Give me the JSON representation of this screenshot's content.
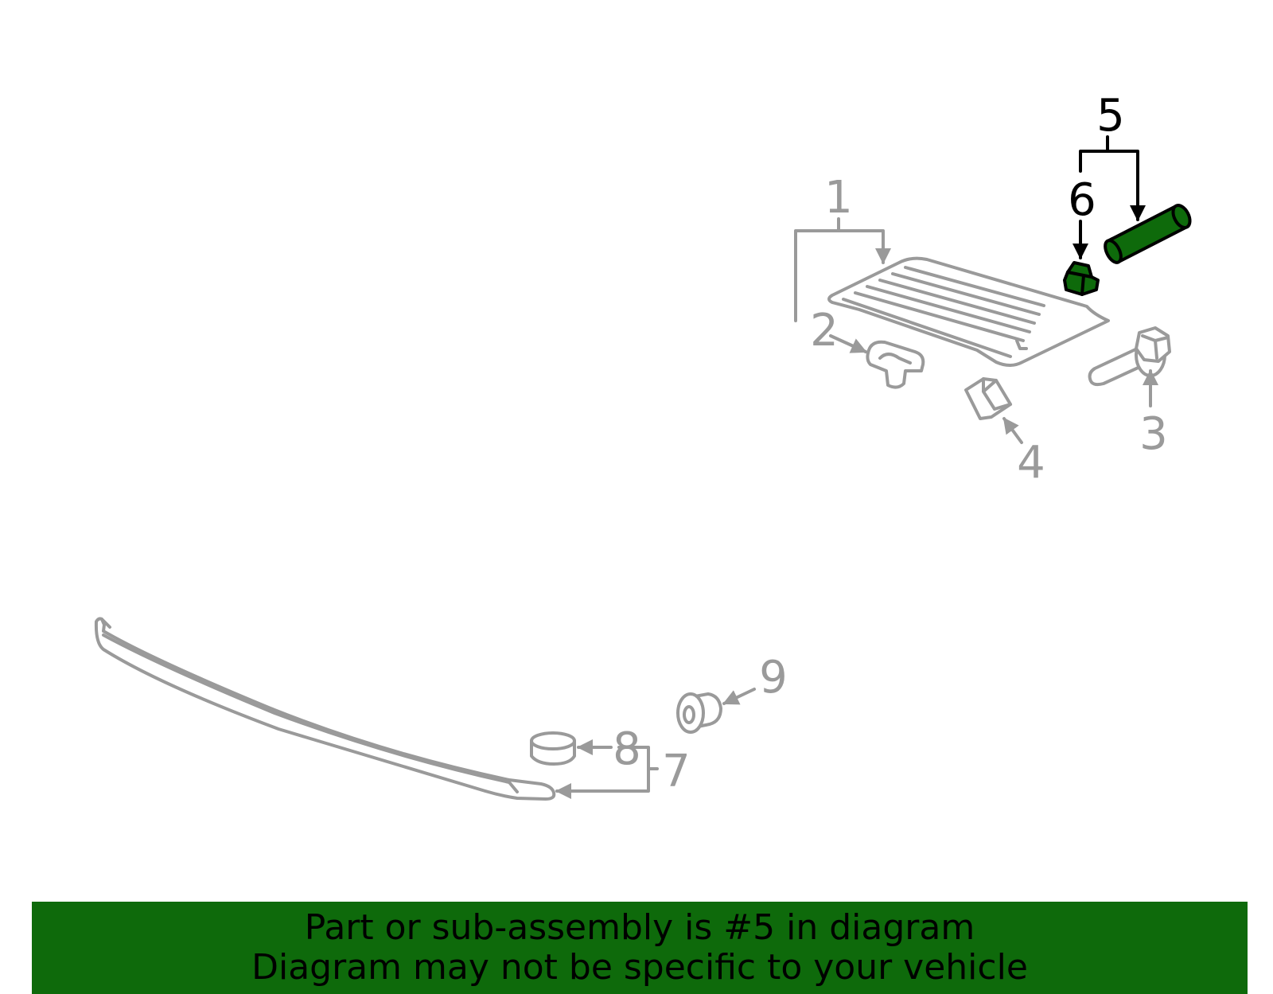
{
  "colors": {
    "banner_background": "#0e6a0b",
    "highlight_part": "#0e6a0b",
    "muted_part": "#9a9a9a",
    "highlight_callout": "#000000"
  },
  "callouts": {
    "c1": "1",
    "c2": "2",
    "c3": "3",
    "c4": "4",
    "c5": "5",
    "c6": "6",
    "c7": "7",
    "c8": "8",
    "c9": "9"
  },
  "banner": {
    "line1": "Part or sub-assembly is #5 in diagram",
    "line2": "Diagram may not be specific to your vehicle"
  }
}
